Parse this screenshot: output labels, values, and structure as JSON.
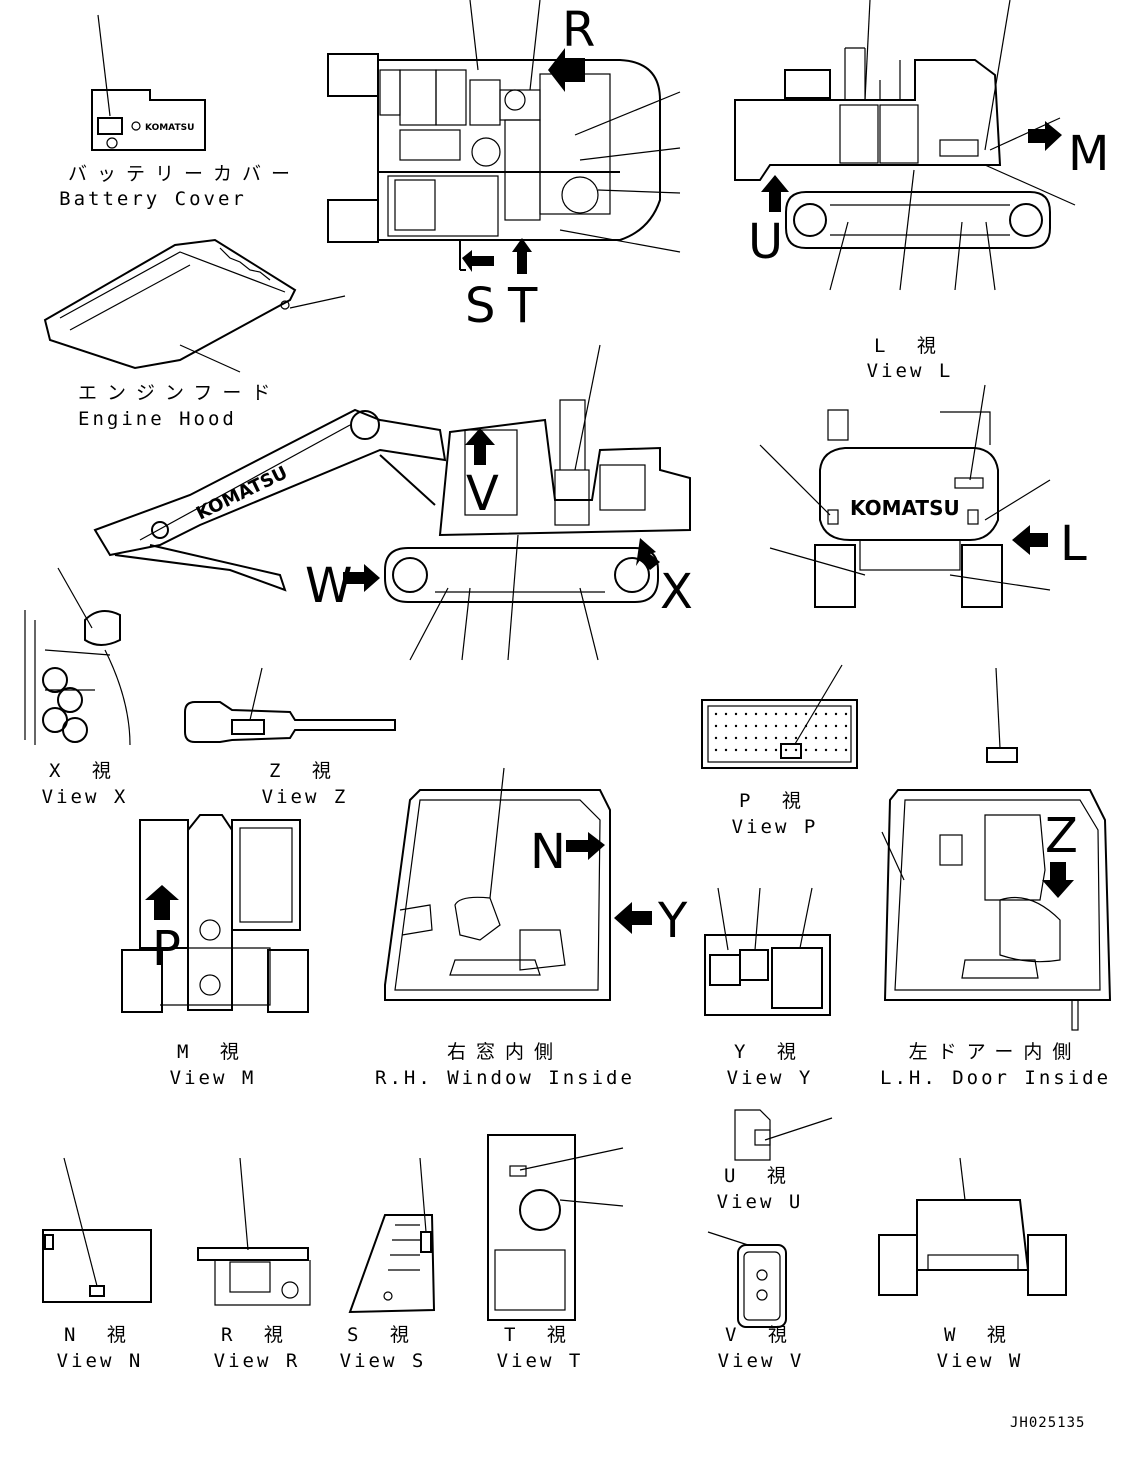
{
  "views": {
    "battery_cover": {
      "jp": "バッテリーカバー",
      "en": "Battery Cover"
    },
    "engine_hood": {
      "jp": "エンジンフード",
      "en": "Engine Hood"
    },
    "view_l": {
      "jp": "L 視",
      "en": "View L"
    },
    "view_x": {
      "jp": "X 視",
      "en": "View X"
    },
    "view_z": {
      "jp": "Z 視",
      "en": "View Z"
    },
    "view_p": {
      "jp": "P 視",
      "en": "View P"
    },
    "view_m": {
      "jp": "M 視",
      "en": "View M"
    },
    "rh_window": {
      "jp": "右窓内側",
      "en": "R.H. Window Inside"
    },
    "view_y": {
      "jp": "Y 視",
      "en": "View Y"
    },
    "lh_door": {
      "jp": "左ドアー内側",
      "en": "L.H. Door Inside"
    },
    "view_u": {
      "jp": "U 視",
      "en": "View U"
    },
    "view_n": {
      "jp": "N 視",
      "en": "View N"
    },
    "view_r": {
      "jp": "R 視",
      "en": "View R"
    },
    "view_s": {
      "jp": "S 視",
      "en": "View S"
    },
    "view_t": {
      "jp": "T 視",
      "en": "View T"
    },
    "view_v": {
      "jp": "V 視",
      "en": "View V"
    },
    "view_w": {
      "jp": "W 視",
      "en": "View W"
    }
  },
  "arrows": {
    "r": "R",
    "m": "M",
    "u": "U",
    "s": "S",
    "t": "T",
    "v": "V",
    "w": "W",
    "x": "X",
    "l": "L",
    "n": "N",
    "y": "Y",
    "z": "Z",
    "p": "P"
  },
  "brand": {
    "logo": "KOMATSU"
  },
  "drawing_code": "JH025135"
}
